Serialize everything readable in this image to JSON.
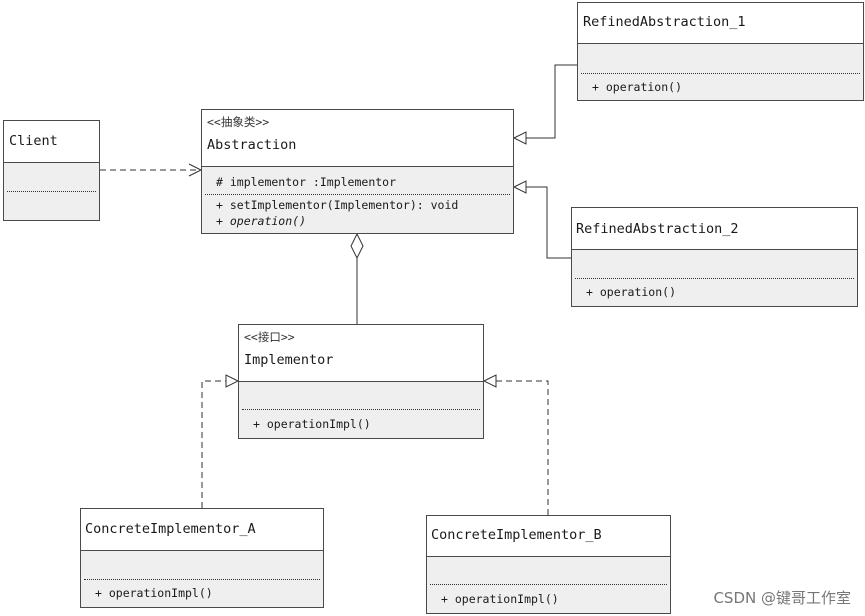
{
  "client": {
    "name": "Client"
  },
  "abstraction": {
    "stereotype": "<<抽象类>>",
    "name": "Abstraction",
    "attribute": "# implementor :Implementor",
    "operations": [
      "+ setImplementor(Implementor): void",
      "+ operation()"
    ]
  },
  "refined1": {
    "name": "RefinedAbstraction_1",
    "operation": "+ operation()"
  },
  "refined2": {
    "name": "RefinedAbstraction_2",
    "operation": "+ operation()"
  },
  "implementor": {
    "stereotype": "<<接口>>",
    "name": "Implementor",
    "operation": "+ operationImpl()"
  },
  "concreteA": {
    "name": "ConcreteImplementor_A",
    "operation": "+ operationImpl()"
  },
  "concreteB": {
    "name": "ConcreteImplementor_B",
    "operation": "+ operationImpl()"
  },
  "watermark": "CSDN @键哥工作室"
}
